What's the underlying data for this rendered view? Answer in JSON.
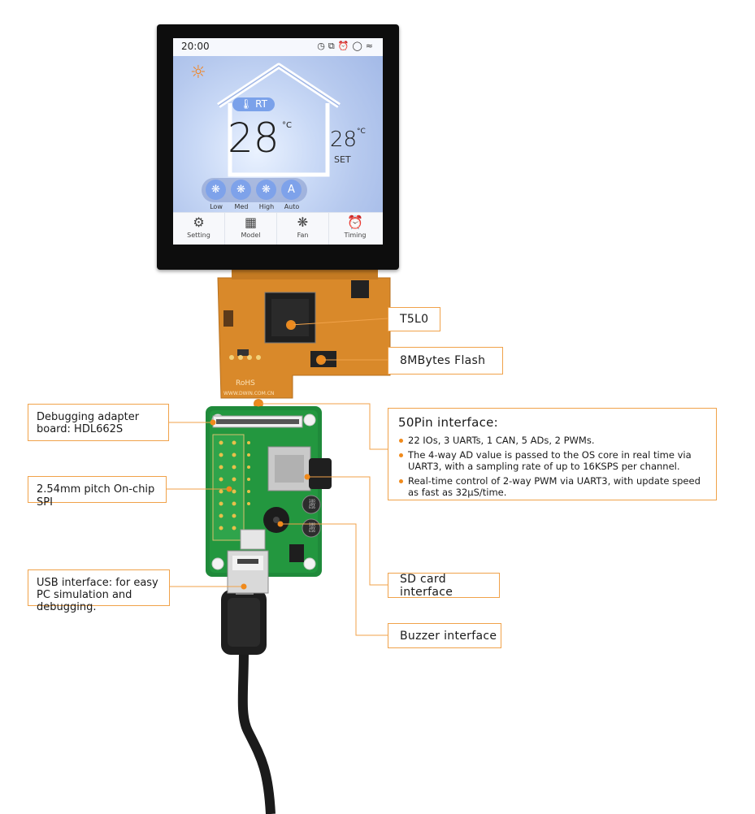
{
  "screen": {
    "status_time": "20:00",
    "status_icons": [
      "clock-icon",
      "copy-icon",
      "alarm-icon",
      "chat-icon",
      "wifi-icon"
    ],
    "sun_icon": "sun-icon",
    "room_label": "RT",
    "room_temp": "28",
    "room_unit": "°C",
    "set_temp": "28",
    "set_unit": "°C",
    "set_label": "SET",
    "fan_modes": [
      {
        "label": "Low",
        "icon": "fan-icon"
      },
      {
        "label": "Med",
        "icon": "fan-icon"
      },
      {
        "label": "High",
        "icon": "fan-icon"
      },
      {
        "label": "Auto",
        "icon": "auto-icon"
      }
    ],
    "nav": [
      {
        "label": "Setting",
        "icon": "gear-icon"
      },
      {
        "label": "Model",
        "icon": "grid-icon"
      },
      {
        "label": "Fan",
        "icon": "fan-icon"
      },
      {
        "label": "Timing",
        "icon": "alarm-icon"
      }
    ]
  },
  "board": {
    "silk_rohs": "RoHS",
    "silk_url": "WWW.DWIN.COM.CN",
    "cap1": "100 16V E16",
    "cap2": "100 16V E16"
  },
  "callouts": {
    "chip": "T5L0",
    "flash": "8MBytes Flash",
    "debug_board": "Debugging adapter board: HDL662S",
    "spi": "2.54mm pitch On-chip SPI",
    "usb": "USB interface: for easy PC simulation and debugging.",
    "sd": "SD card interface",
    "buzzer": "Buzzer interface",
    "interface_title": "50Pin interface:",
    "interface_bullets": [
      "22 IOs, 3 UARTs, 1 CAN, 5 ADs, 2 PWMs.",
      "The 4-way AD value is passed to the OS core in real time via UART3, with a sampling rate of up to 16KSPS per channel.",
      "Real-time control of 2-way PWM via UART3, with update speed as fast as 32μS/time."
    ]
  },
  "colors": {
    "accent": "#f0a24a",
    "dot": "#f08a1c",
    "pcb_green": "#1f8a3a",
    "fpc_amber": "#d9892a"
  }
}
